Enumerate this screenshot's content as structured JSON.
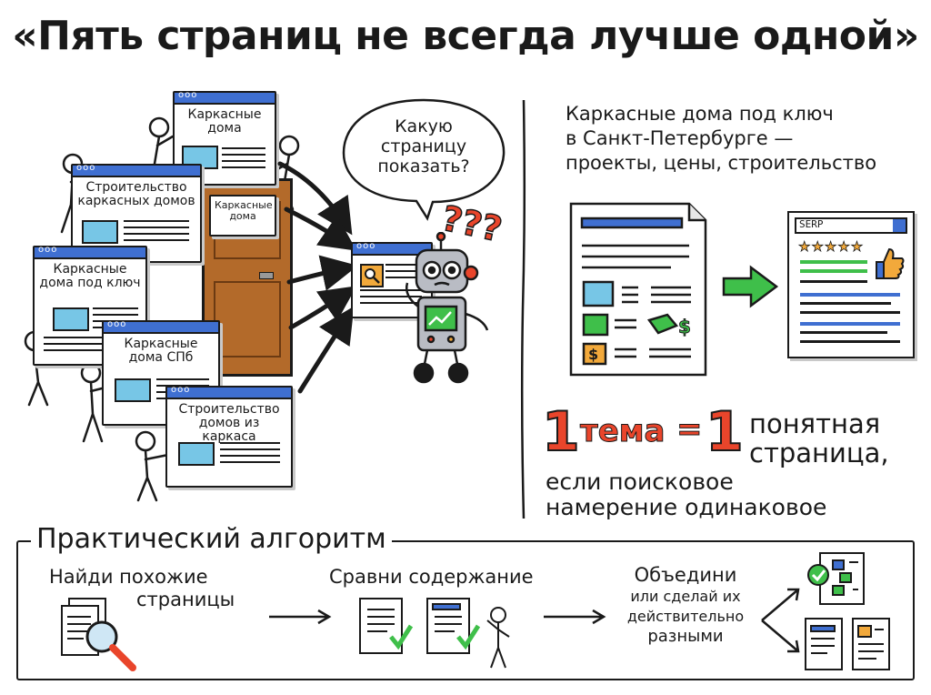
{
  "title": "«Пять страниц не всегда лучше одной»",
  "left_panel": {
    "pages": [
      {
        "label": "Каркасные дома"
      },
      {
        "label": "Строительство каркасных домов"
      },
      {
        "label": "Каркасные дома под ключ"
      },
      {
        "label": "Каркасные дома СПб"
      },
      {
        "label": "Строительство домов из каркаса"
      }
    ],
    "door_label": "Каркасные дома",
    "bubble": {
      "line1": "Какую",
      "line2": "страницу",
      "line3": "показать?"
    }
  },
  "right_panel": {
    "heading": {
      "line1": "Каркасные дома под ключ",
      "line2": "в Санкт-Петербурге —",
      "line3": "проекты, цены, строительство"
    },
    "serp_label": "SERP",
    "rating_stars": 5,
    "equation": {
      "num1": "1",
      "word": "тема",
      "eq": "=",
      "num2": "1",
      "rest_line1": "понятная",
      "rest_line2": "страница,"
    },
    "condition": {
      "line1": "если поисковое",
      "line2": "намерение одинаковое"
    }
  },
  "algorithm": {
    "title": "Практический алгоритм",
    "step1": {
      "line1a": "Найди",
      "line1b": "похожие",
      "line2": "страницы"
    },
    "step2": {
      "line1a": "Сравни",
      "line1b": "содержание"
    },
    "step3": {
      "line1": "Объедини",
      "line2": "или сделай их",
      "line3": "действительно",
      "line4": "разными"
    }
  },
  "colors": {
    "accent_blue": "#3f6fd1",
    "accent_red": "#e9452b",
    "accent_green": "#3fbf4a",
    "image_cyan": "#77c6e6"
  }
}
